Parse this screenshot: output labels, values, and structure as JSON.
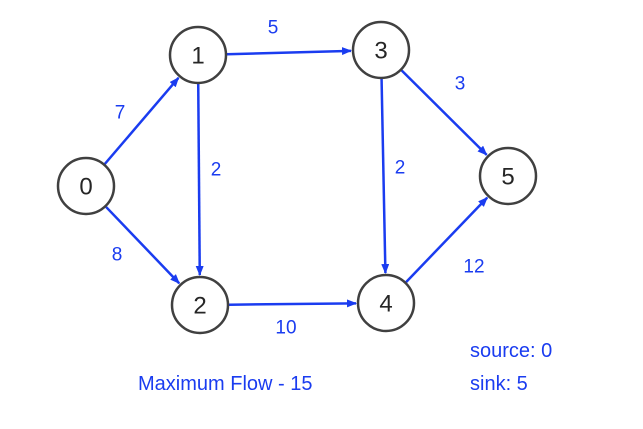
{
  "colors": {
    "edge": "#1a3cf0",
    "node_stroke": "#404040",
    "node_text": "#262626"
  },
  "nodes": [
    {
      "id": "0",
      "label": "0"
    },
    {
      "id": "1",
      "label": "1"
    },
    {
      "id": "2",
      "label": "2"
    },
    {
      "id": "3",
      "label": "3"
    },
    {
      "id": "4",
      "label": "4"
    },
    {
      "id": "5",
      "label": "5"
    }
  ],
  "edges": [
    {
      "from": "0",
      "to": "1",
      "capacity": "7"
    },
    {
      "from": "0",
      "to": "2",
      "capacity": "8"
    },
    {
      "from": "1",
      "to": "3",
      "capacity": "5"
    },
    {
      "from": "1",
      "to": "2",
      "capacity": "2"
    },
    {
      "from": "3",
      "to": "4",
      "capacity": "2"
    },
    {
      "from": "3",
      "to": "5",
      "capacity": "3"
    },
    {
      "from": "2",
      "to": "4",
      "capacity": "10"
    },
    {
      "from": "4",
      "to": "5",
      "capacity": "12"
    }
  ],
  "caption": "Maximum Flow - 15",
  "source_text": "source: 0",
  "sink_text": "sink: 5"
}
